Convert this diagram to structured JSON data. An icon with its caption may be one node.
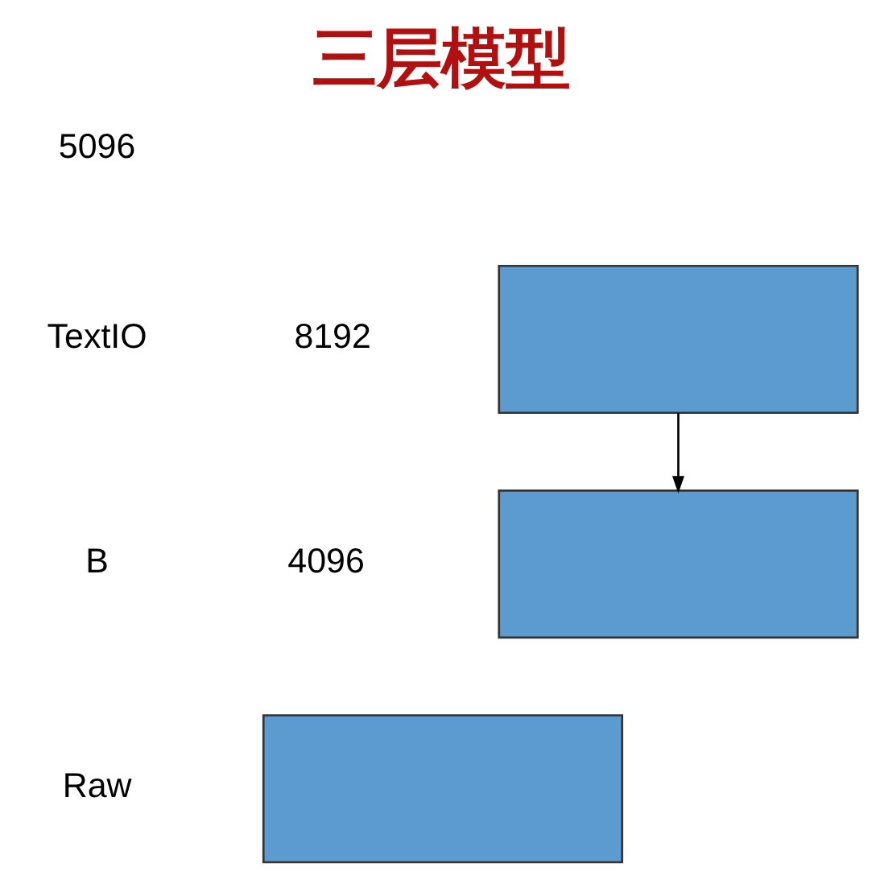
{
  "diagram": {
    "title": "三层模型",
    "nodes": [
      {
        "text": [],
        "shape": "box"
      },
      {
        "text": [],
        "shape": "box"
      },
      {
        "text": [],
        "shape": "box"
      }
    ],
    "edges": [
      {
        "from": 0,
        "to": 1,
        "arrow": "to"
      }
    ],
    "labels": [
      "5096",
      "TextIO",
      "8192",
      "B",
      "4096",
      "Raw"
    ]
  }
}
